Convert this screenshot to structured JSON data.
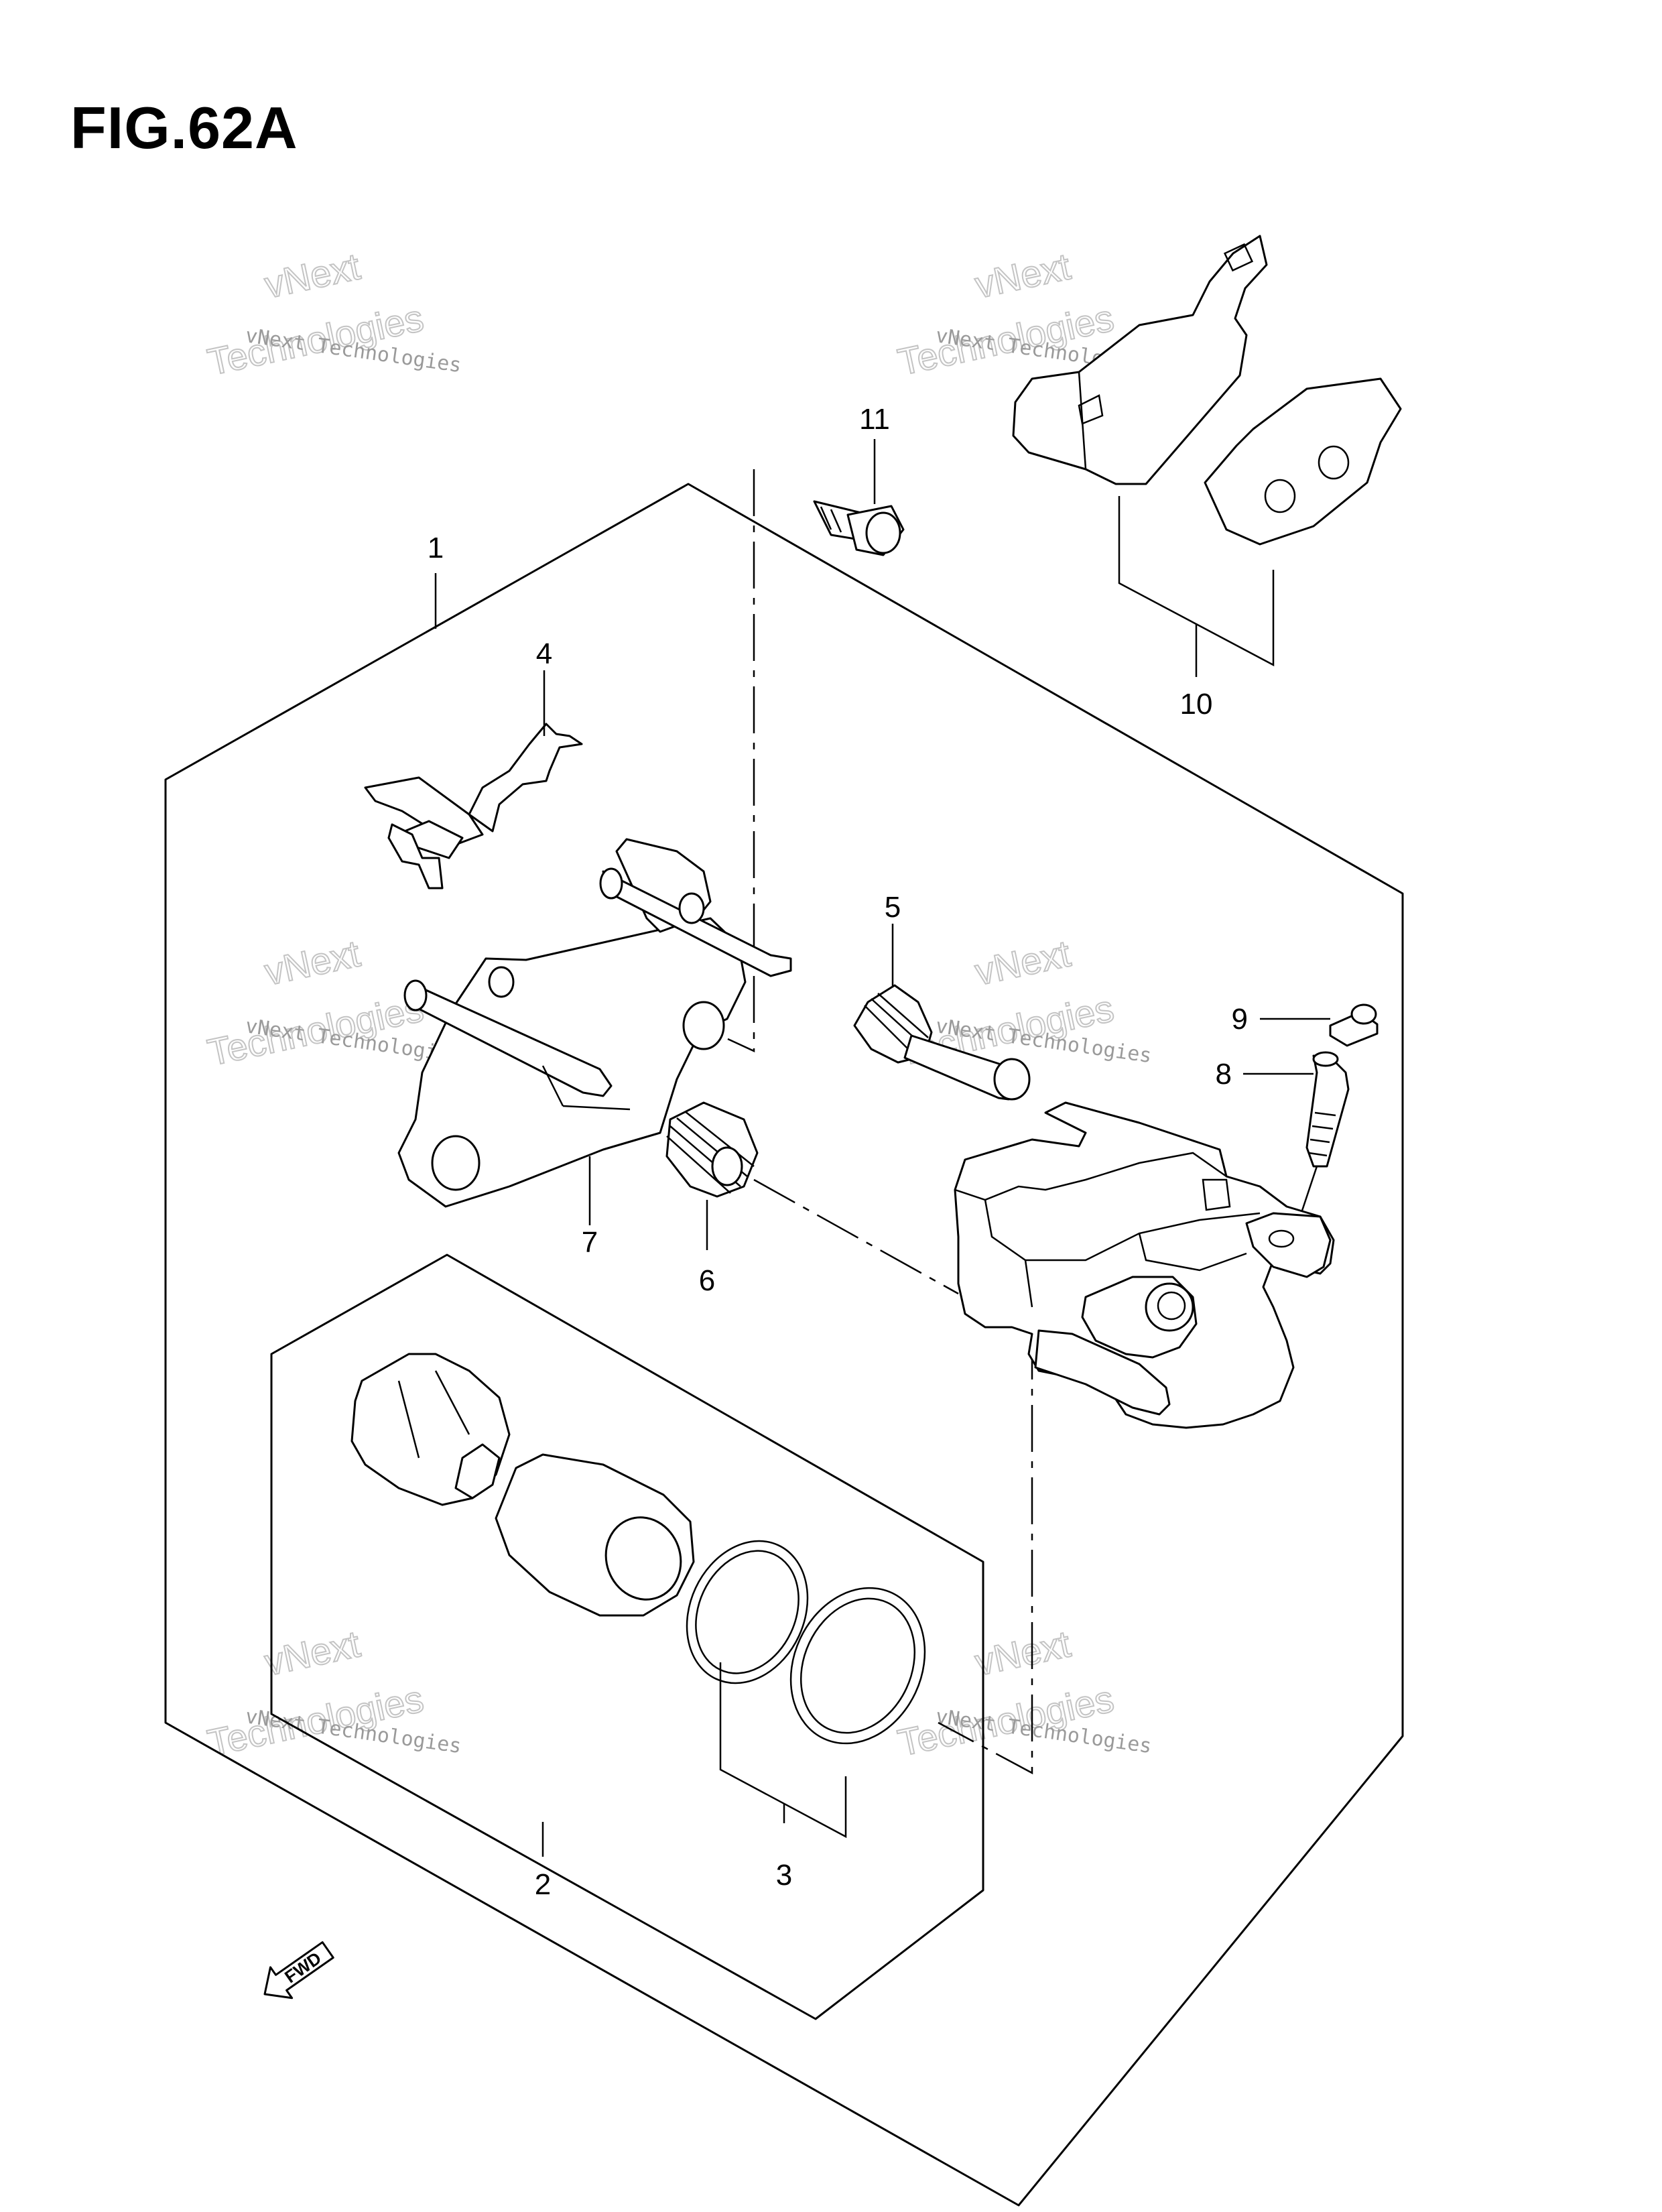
{
  "figure": {
    "title": "FIG.62A"
  },
  "callouts": [
    {
      "id": "1",
      "label": "1"
    },
    {
      "id": "2",
      "label": "2"
    },
    {
      "id": "3",
      "label": "3"
    },
    {
      "id": "4",
      "label": "4"
    },
    {
      "id": "5",
      "label": "5"
    },
    {
      "id": "6",
      "label": "6"
    },
    {
      "id": "7",
      "label": "7"
    },
    {
      "id": "8",
      "label": "8"
    },
    {
      "id": "9",
      "label": "9"
    },
    {
      "id": "10",
      "label": "10"
    },
    {
      "id": "11",
      "label": "11"
    }
  ],
  "watermark": {
    "line1": "vNext Technologies",
    "line2": "vNext",
    "line3": "Technologies"
  },
  "fwd_indicator": {
    "text": "FWD"
  },
  "colors": {
    "line": "#000000",
    "watermark": "#c4c4c4",
    "background": "#ffffff"
  }
}
